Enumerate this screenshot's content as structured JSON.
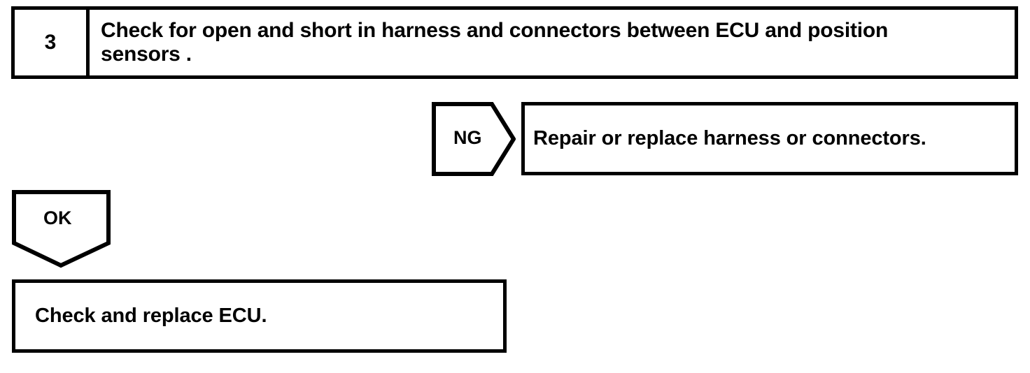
{
  "diagram": {
    "type": "troubleshooting-flowchart",
    "ink_color": "#000000",
    "background_color": "#ffffff",
    "step": {
      "number": "3",
      "instruction": "Check for open and short in harness and connectors between ECU and position\nsensors ."
    },
    "branches": [
      {
        "label": "NG",
        "shape": "right-pointing-pentagon",
        "result": "Repair or replace harness or connectors."
      },
      {
        "label": "OK",
        "shape": "down-pointing-pentagon",
        "result": "Check and replace ECU."
      }
    ],
    "ng_label": "NG",
    "ng_result": "Repair or replace harness or connectors.",
    "ok_label": "OK",
    "ok_result": "Check and replace ECU."
  }
}
